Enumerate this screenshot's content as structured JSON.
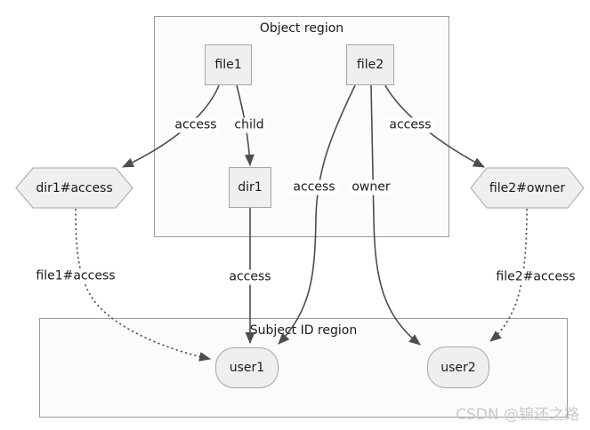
{
  "diagram": {
    "type": "relationship-graph",
    "regions": {
      "object": {
        "title": "Object region"
      },
      "subject": {
        "title": "Subject ID region"
      }
    },
    "nodes": {
      "file1": {
        "label": "file1",
        "shape": "box",
        "region": "Object region"
      },
      "file2": {
        "label": "file2",
        "shape": "box",
        "region": "Object region"
      },
      "dir1": {
        "label": "dir1",
        "shape": "box",
        "region": "Object region"
      },
      "dir1_access": {
        "label": "dir1#access",
        "shape": "hexagon",
        "region": "none"
      },
      "file2_owner": {
        "label": "file2#owner",
        "shape": "hexagon",
        "region": "none"
      },
      "user1": {
        "label": "user1",
        "shape": "stadium",
        "region": "Subject ID region"
      },
      "user2": {
        "label": "user2",
        "shape": "stadium",
        "region": "Subject ID region"
      }
    },
    "edges": {
      "e1": {
        "from": "file1",
        "to": "dir1#access",
        "label": "access",
        "style": "solid"
      },
      "e2": {
        "from": "file1",
        "to": "dir1",
        "label": "child",
        "style": "solid"
      },
      "e3": {
        "from": "file2",
        "to": "user1",
        "label": "access",
        "style": "solid"
      },
      "e4": {
        "from": "file2",
        "to": "user2",
        "label": "owner",
        "style": "solid"
      },
      "e5": {
        "from": "file2",
        "to": "file2#owner",
        "label": "access",
        "style": "solid"
      },
      "e6": {
        "from": "dir1",
        "to": "user1",
        "label": "access",
        "style": "solid"
      },
      "e7": {
        "from": "dir1#access",
        "to": "user1",
        "label": "file1#access",
        "style": "dotted"
      },
      "e8": {
        "from": "file2#owner",
        "to": "user2",
        "label": "file2#access",
        "style": "dotted"
      }
    },
    "colors": {
      "node_fill": "#efefef",
      "node_border": "#a6a6a6",
      "region_fill": "#fbfbfb",
      "region_border": "#9a9a9a",
      "edge": "#4d4d4d",
      "text": "#1a1a1a",
      "watermark": "#c9c9c9"
    }
  },
  "watermark": "CSDN @锦还之路"
}
